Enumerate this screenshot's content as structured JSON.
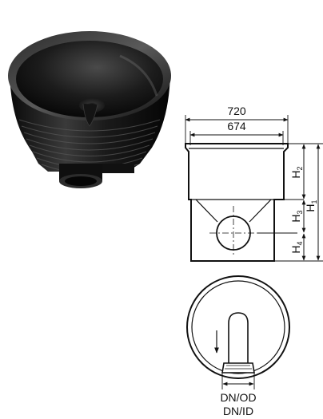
{
  "product_photo": {
    "subject": "black plastic inspection chamber base with ribbed wall and bottom spigot"
  },
  "side_view": {
    "outer_width": "720",
    "inner_width": "674",
    "heights": {
      "h1": {
        "letter": "H",
        "sub": "1"
      },
      "h2": {
        "letter": "H",
        "sub": "2"
      },
      "h3": {
        "letter": "H",
        "sub": "3"
      },
      "h4": {
        "letter": "H",
        "sub": "4"
      }
    }
  },
  "top_view": {
    "outlet_label_od": "DN/OD",
    "outlet_label_id": "DN/ID"
  },
  "colors": {
    "line": "#111111",
    "photo_body": "#1a1a1a",
    "photo_highlight": "#6a6a6a",
    "background": "#ffffff"
  }
}
